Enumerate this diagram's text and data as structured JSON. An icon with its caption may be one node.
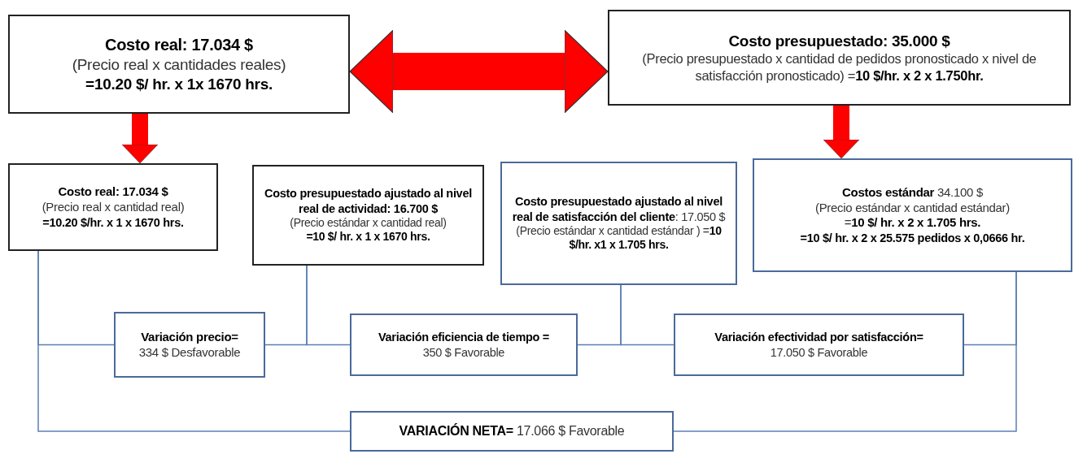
{
  "diagram": {
    "nodes": [
      {
        "text": [
          "Costo real: 17.034 $",
          "(Precio real x cantidades reales)",
          "=10.20 $/ hr. x 1x 1670 hrs."
        ]
      },
      {
        "text": [
          "Costo presupuestado: 35.000 $",
          "(Precio presupuestado x cantidad de pedidos pronosticado x nivel de satisfacción pronosticado) =**10 $/hr. x 2 x 1.750hr.**"
        ]
      },
      {
        "text": [
          "Costo real: 17.034 $",
          "(Precio real x cantidad real)",
          "=10.20 $/hr. x 1 x 1670 hrs."
        ]
      },
      {
        "text": [
          "Costo presupuestado ajustado al nivel real de actividad: 16.700 $",
          "(Precio estándar x cantidad real)",
          "=10 $/ hr. x 1 x 1670 hrs."
        ]
      },
      {
        "text": [
          "**Costo presupuestado ajustado al nivel real de satisfacción del cliente**: 17.050 $",
          "(Precio estándar x cantidad estándar ) =**10 $/hr. x1 x 1.705 hrs.**"
        ]
      },
      {
        "text": [
          "**Costos estándar** 34.100 $",
          "(Precio estándar x cantidad estándar)",
          "=**10 $/ hr. x 2 x 1.705 hrs.**",
          "=10 $/ hr. x 2 x 25.575 pedidos x 0,0666 hr."
        ]
      },
      {
        "text": [
          "Variación precio=",
          "334 $ Desfavorable"
        ]
      },
      {
        "text": [
          "Variación eficiencia de tiempo =",
          "350 $ Favorable"
        ]
      },
      {
        "text": [
          "Variación efectividad por satisfacción=",
          "17.050 $ Favorable"
        ]
      },
      {
        "text": [
          "**VARIACIÓN NETA=** 17.066 $ Favorable"
        ]
      }
    ],
    "edges": [
      {
        "from": 0,
        "to": 1,
        "arrow": "both",
        "style": "thick",
        "color": "#ff0000"
      },
      {
        "from": 0,
        "to": 2,
        "arrow": "to",
        "style": "thick",
        "color": "#ff0000"
      },
      {
        "from": 1,
        "to": 5,
        "arrow": "to",
        "style": "thick",
        "color": "#ff0000"
      },
      {
        "from": 2,
        "to": 6,
        "arrow": "none"
      },
      {
        "from": 2,
        "to": 9,
        "arrow": "none"
      },
      {
        "from": 3,
        "to": 6,
        "arrow": "none"
      },
      {
        "from": 3,
        "to": 7,
        "arrow": "none"
      },
      {
        "from": 4,
        "to": 7,
        "arrow": "none"
      },
      {
        "from": 4,
        "to": 8,
        "arrow": "none"
      },
      {
        "from": 5,
        "to": 8,
        "arrow": "none"
      },
      {
        "from": 5,
        "to": 9,
        "arrow": "none"
      }
    ]
  }
}
